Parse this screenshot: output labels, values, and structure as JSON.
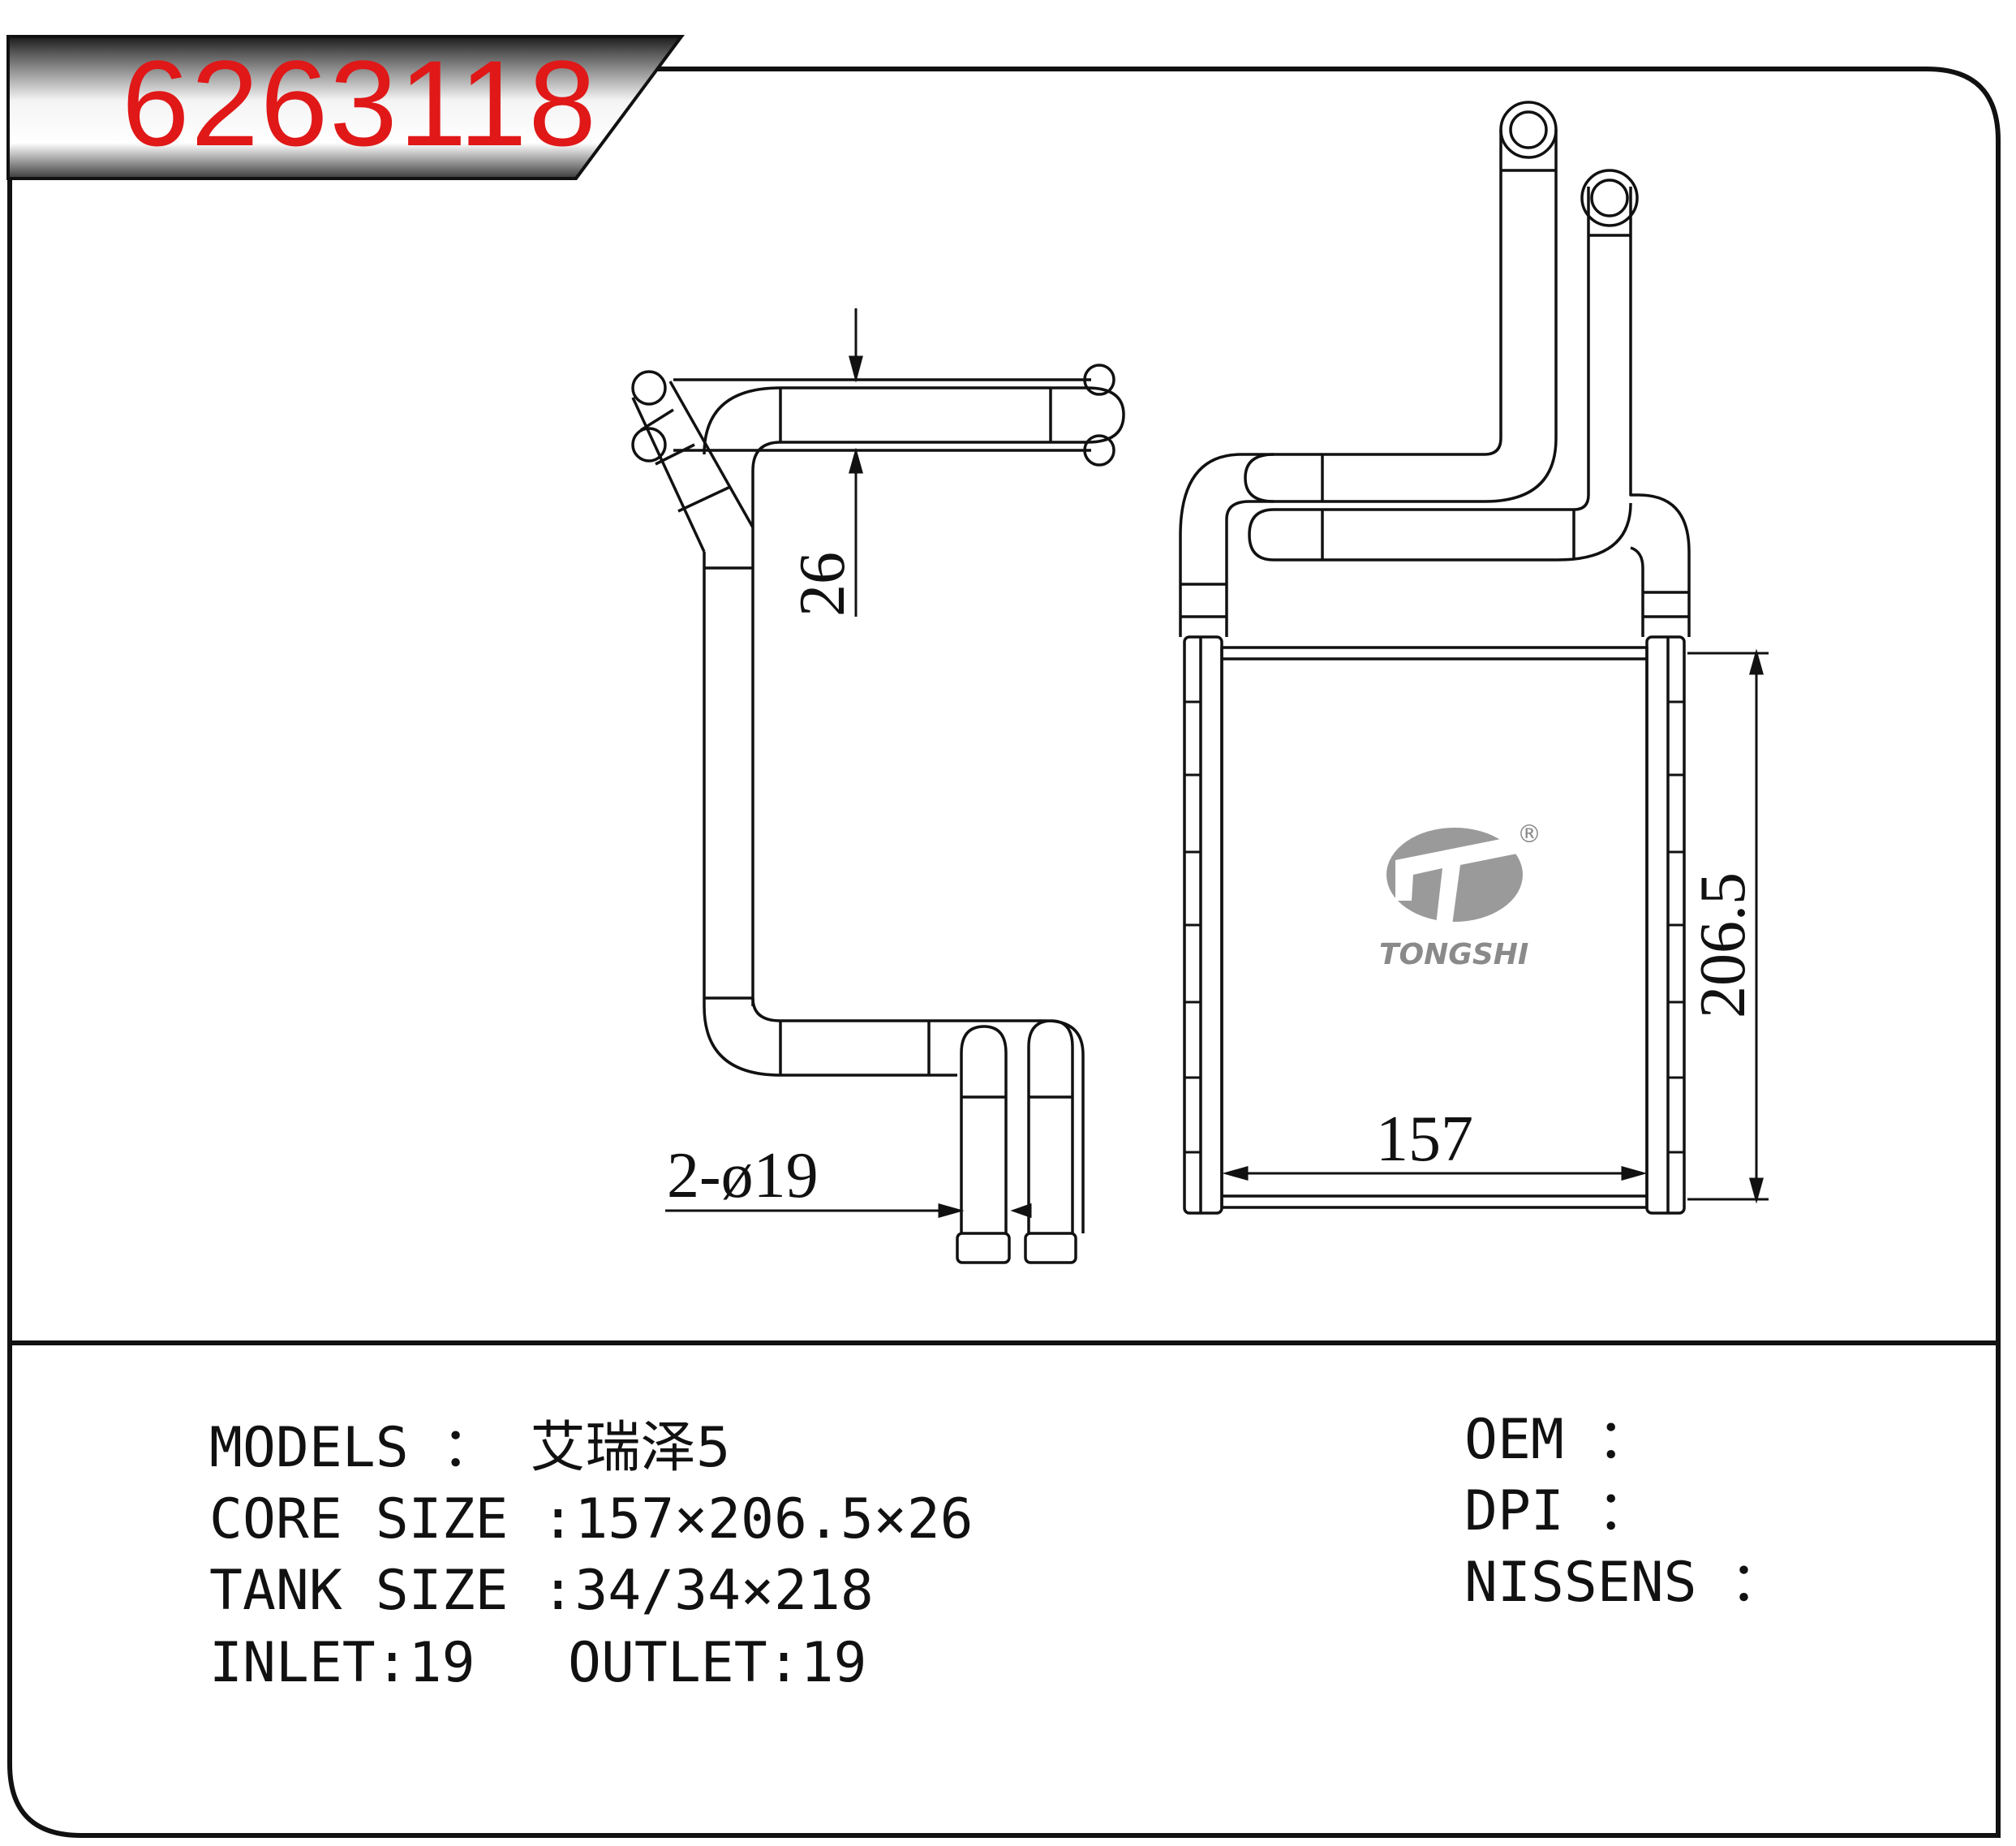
{
  "part_number": "6263118",
  "drawing": {
    "dim_depth": "26",
    "dim_height": "206.5",
    "dim_width": "157",
    "dim_pipes": "2-ø19",
    "logo_brand": "TONGSHI",
    "logo_mark": "®"
  },
  "specs": {
    "models_label": "MODELS ： ",
    "models_value": "艾瑞泽5",
    "core_label": "CORE SIZE :",
    "core_value": "157×206.5×26",
    "tank_label": "TANK SIZE :",
    "tank_value": "34/34×218",
    "inlet_label": "INLET:",
    "inlet_value": "19",
    "outlet_label": "OUTLET:",
    "outlet_value": "19"
  },
  "references": {
    "oem_label": "OEM ：",
    "oem_value": "",
    "dpi_label": "DPI ：",
    "dpi_value": "",
    "nissens_label": "NISSENS ：",
    "nissens_value": ""
  },
  "colors": {
    "part_number": "#e01818",
    "banner_dark": "#1a1a1a",
    "banner_light": "#f2f2f2",
    "logo": "#9a9a9a",
    "line": "#111111"
  }
}
